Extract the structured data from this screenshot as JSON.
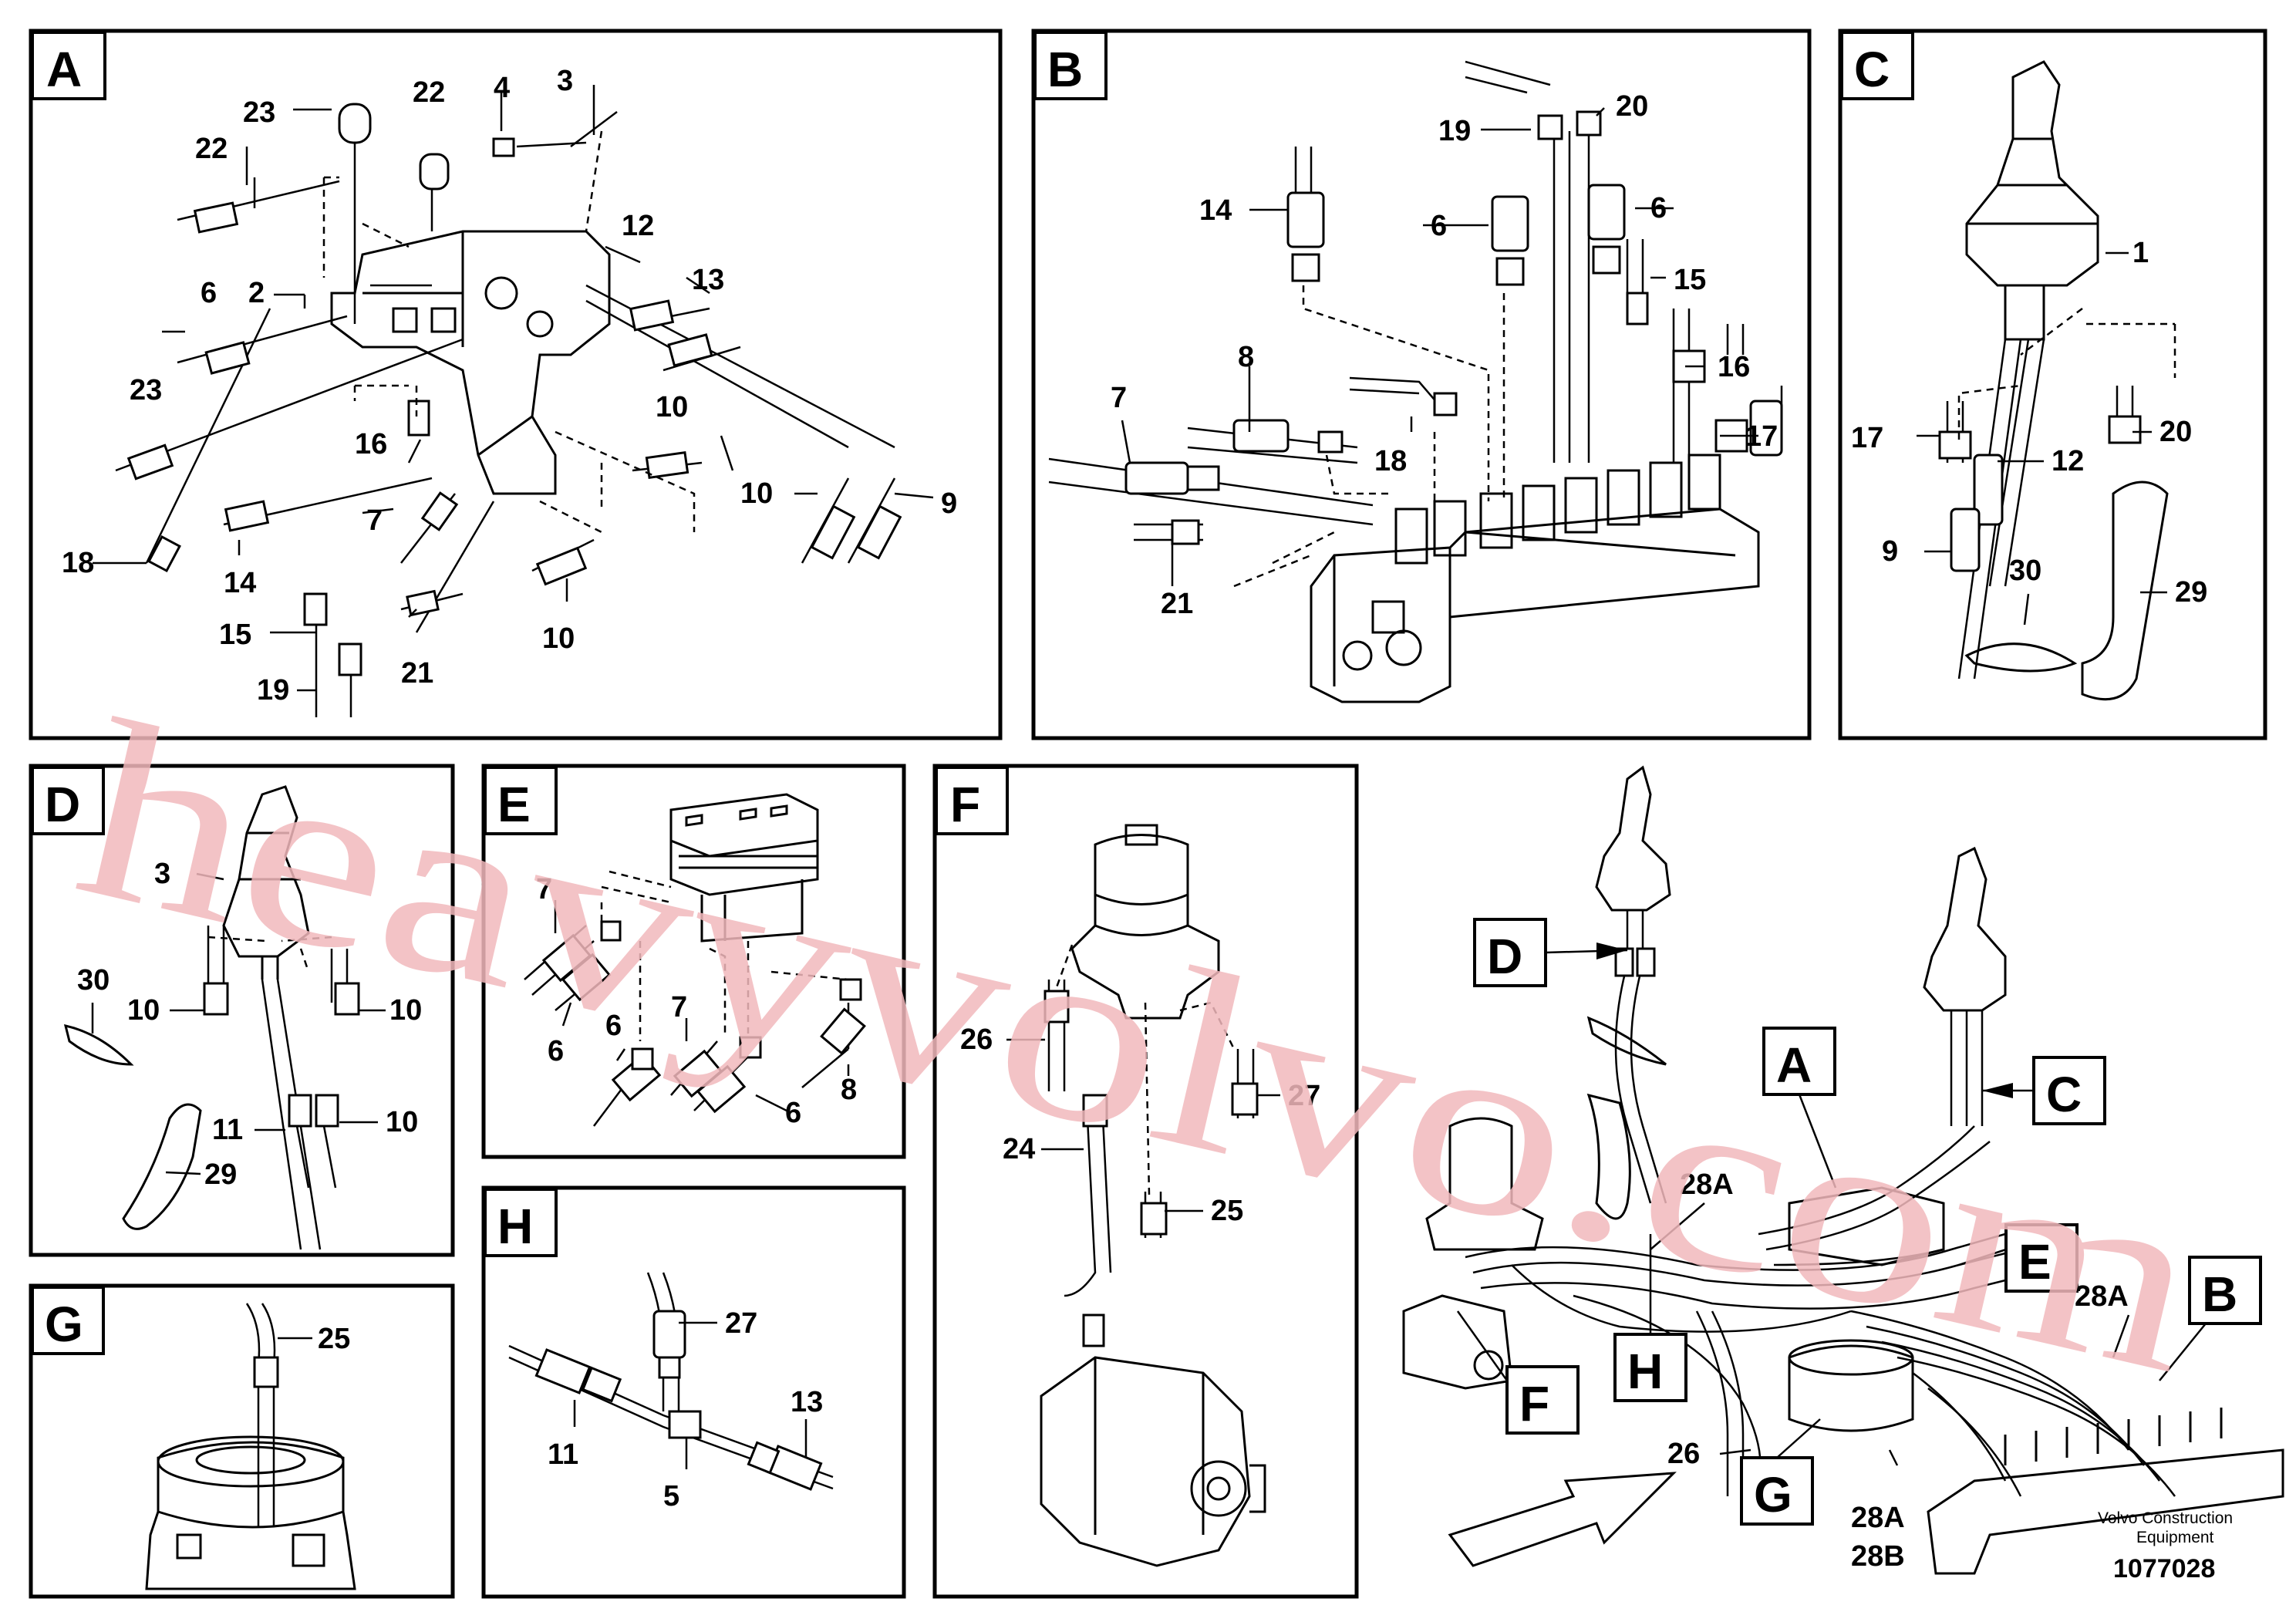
{
  "panels": [
    {
      "id": "A",
      "label": "A",
      "callouts": [
        "23",
        "22",
        "22",
        "4",
        "3",
        "12",
        "6",
        "2",
        "13",
        "23",
        "16",
        "10",
        "7",
        "10",
        "9",
        "18",
        "14",
        "15",
        "21",
        "10",
        "19"
      ]
    },
    {
      "id": "B",
      "label": "B",
      "callouts": [
        "20",
        "19",
        "14",
        "6",
        "6",
        "15",
        "8",
        "7",
        "16",
        "17",
        "18",
        "21"
      ]
    },
    {
      "id": "C",
      "label": "C",
      "callouts": [
        "1",
        "17",
        "20",
        "12",
        "9",
        "30",
        "29"
      ]
    },
    {
      "id": "D",
      "label": "D",
      "callouts": [
        "3",
        "30",
        "10",
        "10",
        "11",
        "10",
        "29"
      ]
    },
    {
      "id": "E",
      "label": "E",
      "callouts": [
        "7",
        "6",
        "6",
        "7",
        "6",
        "8"
      ]
    },
    {
      "id": "F",
      "label": "F",
      "callouts": [
        "26",
        "27",
        "24",
        "25"
      ]
    },
    {
      "id": "G",
      "label": "G",
      "callouts": [
        "25"
      ]
    },
    {
      "id": "H",
      "label": "H",
      "callouts": [
        "27",
        "11",
        "13",
        "5"
      ]
    }
  ],
  "overview": {
    "flags": [
      "D",
      "A",
      "C",
      "E",
      "B",
      "F",
      "H",
      "G"
    ],
    "callouts": [
      "28A",
      "28A",
      "26",
      "28A",
      "28B"
    ]
  },
  "footer": {
    "credit_line1": "Volvo Construction",
    "credit_line2": "Equipment",
    "drawing_number": "1077028"
  },
  "watermark": "heavyvolvo.com"
}
